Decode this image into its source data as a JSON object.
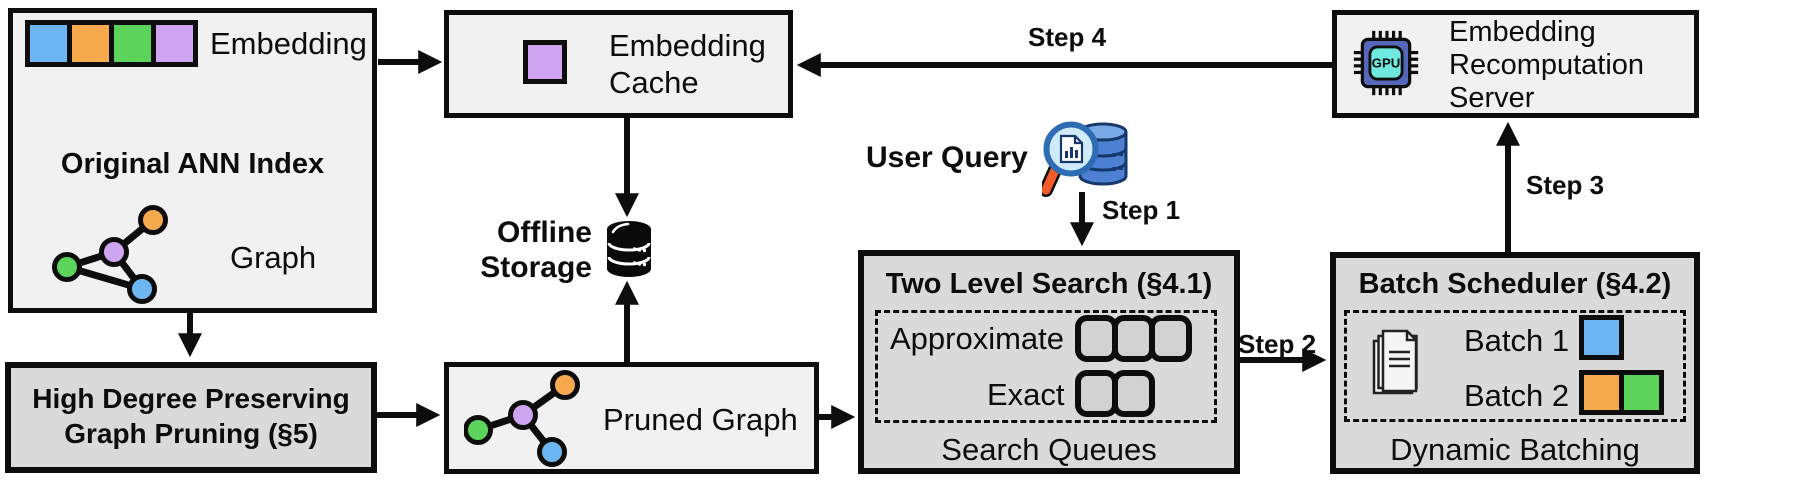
{
  "palette": {
    "embedding_blue": "#6db6f1",
    "embedding_orange": "#f7a94d",
    "embedding_green": "#5cd45c",
    "embedding_purple": "#cfa4f0",
    "box_light_bg": "#f1f1f1",
    "box_dark_bg": "#dadada",
    "outline_black": "#0d0d0d",
    "queue_fill": "#d2d2d2",
    "gpu_chip_body": "#5668bb",
    "gpu_chip_core": "#6fe8df",
    "query_db_blue": "#4d80d2",
    "query_db_top": "#7aaae6",
    "query_db_outline": "#16386b",
    "query_lens_fill": "#cfeaf8",
    "query_rim_blue": "#2e6cb3",
    "query_handle_orange": "#f25c2a",
    "page_fill": "#f5f5f5"
  },
  "boxes": {
    "original_ann_index": {
      "title": "Original ANN Index",
      "embedding_label": "Embedding",
      "graph_label": "Graph"
    },
    "embedding_cache": {
      "label": "Embedding\nCache"
    },
    "recomputation_server": {
      "label": "Embedding\nRecomputation\nServer",
      "gpu_text": "GPU"
    },
    "two_level_search": {
      "title": "Two Level Search (§4.1)",
      "approximate_label": "Approximate",
      "exact_label": "Exact",
      "footer": "Search Queues",
      "approximate_queue_count": 3,
      "exact_queue_count": 2
    },
    "batch_scheduler": {
      "title": "Batch Scheduler (§4.2)",
      "batch1_label": "Batch 1",
      "batch2_label": "Batch 2",
      "footer": "Dynamic Batching"
    },
    "graph_pruning": {
      "title": "High Degree Preserving\nGraph Pruning (§5)"
    },
    "pruned_graph": {
      "label": "Pruned Graph"
    }
  },
  "floating": {
    "offline_storage_label": "Offline\nStorage",
    "user_query_label": "User Query"
  },
  "steps": {
    "step1": "Step 1",
    "step2": "Step 2",
    "step3": "Step 3",
    "step4": "Step 4"
  }
}
